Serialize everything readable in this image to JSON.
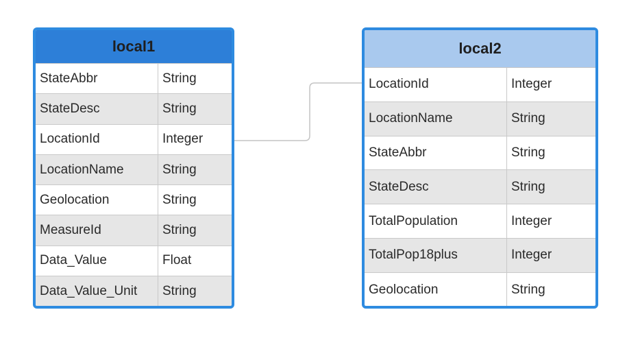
{
  "tables": [
    {
      "title": "local1",
      "header_color": "#2d7fd8",
      "fields": [
        {
          "name": "StateAbbr",
          "type": "String"
        },
        {
          "name": "StateDesc",
          "type": "String"
        },
        {
          "name": "LocationId",
          "type": "Integer"
        },
        {
          "name": "LocationName",
          "type": "String"
        },
        {
          "name": "Geolocation",
          "type": "String"
        },
        {
          "name": "MeasureId",
          "type": "String"
        },
        {
          "name": "Data_Value",
          "type": "Float"
        },
        {
          "name": "Data_Value_Unit",
          "type": "String"
        }
      ]
    },
    {
      "title": "local2",
      "header_color": "#a9c9ee",
      "fields": [
        {
          "name": "LocationId",
          "type": "Integer"
        },
        {
          "name": "LocationName",
          "type": "String"
        },
        {
          "name": "StateAbbr",
          "type": "String"
        },
        {
          "name": "StateDesc",
          "type": "String"
        },
        {
          "name": "TotalPopulation",
          "type": "Integer"
        },
        {
          "name": "TotalPop18plus",
          "type": "Integer"
        },
        {
          "name": "Geolocation",
          "type": "String"
        }
      ]
    }
  ],
  "relationship": {
    "from": "local1.LocationId",
    "to": "local2.LocationId"
  },
  "colors": {
    "border": "#2e8be0",
    "row_alt": "#e6e6e6",
    "connector": "#c4c4c4"
  }
}
